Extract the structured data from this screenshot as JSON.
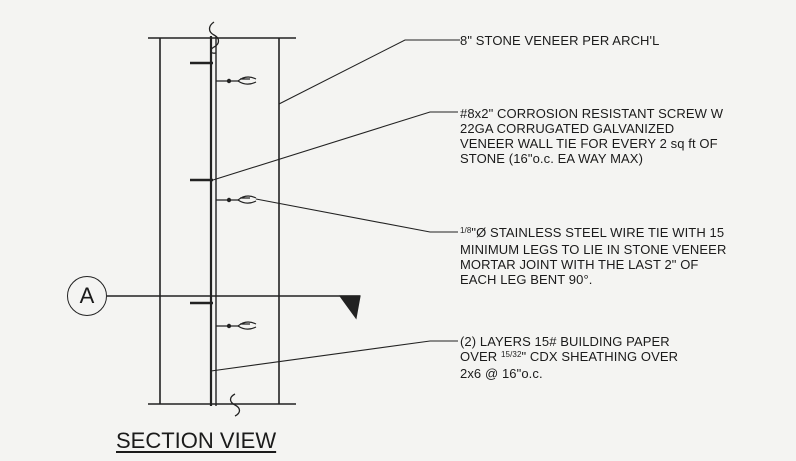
{
  "callouts": {
    "veneer": {
      "lines": [
        "8\" STONE VENEER PER ARCH'L"
      ]
    },
    "screw": {
      "lines": [
        "#8x2\" CORROSION RESISTANT SCREW W",
        "22GA CORRUGATED GALVANIZED",
        "VENEER WALL TIE FOR EVERY 2 sq ft OF",
        "STONE (16\"o.c. EA WAY MAX)"
      ]
    },
    "wire": {
      "frac": "1/8",
      "line1_rest": "\"Ø STAINLESS STEEL WIRE  TIE WITH 15",
      "lines": [
        "MINIMUM LEGS TO LIE IN STONE VENEER",
        "MORTAR JOINT WITH THE LAST 2\" OF",
        "EACH LEG BENT 90°."
      ]
    },
    "paper": {
      "line1": "(2) LAYERS 15# BUILDING PAPER",
      "line2_pre": "OVER ",
      "line2_frac": "15/32",
      "line2_post": "\" CDX SHEATHING OVER",
      "line3": "2x6 @ 16\"o.c."
    }
  },
  "section_marker": "A",
  "title": "SECTION VIEW"
}
